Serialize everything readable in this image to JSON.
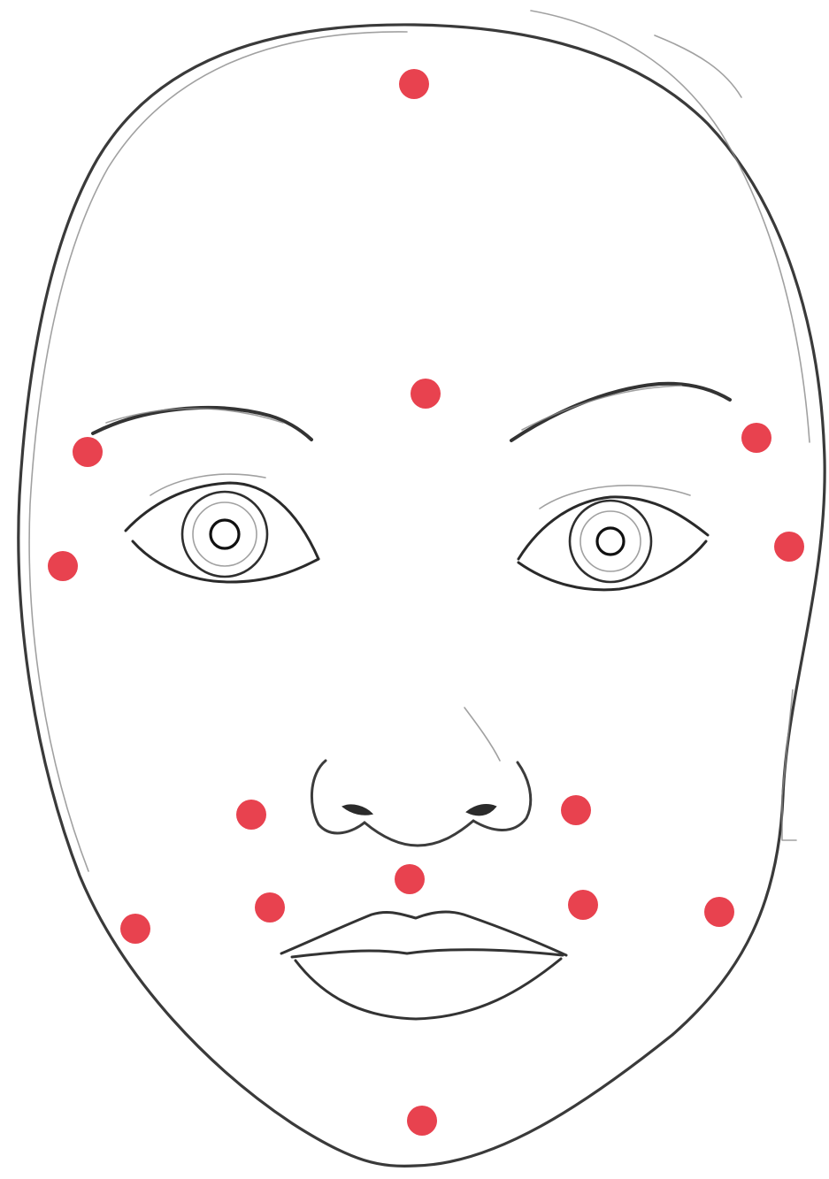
{
  "marker_color": "#e8424f",
  "line_color": "#333333",
  "background": "#ffffff",
  "markers": [
    {
      "name": "marker-forehead-top"
    },
    {
      "name": "marker-forehead-center"
    },
    {
      "name": "marker-brow-left"
    },
    {
      "name": "marker-brow-right"
    },
    {
      "name": "marker-temple-left"
    },
    {
      "name": "marker-temple-right"
    },
    {
      "name": "marker-cheek-left"
    },
    {
      "name": "marker-cheek-right"
    },
    {
      "name": "marker-philtrum"
    },
    {
      "name": "marker-mouth-corner-left"
    },
    {
      "name": "marker-mouth-corner-right"
    },
    {
      "name": "marker-jaw-left"
    },
    {
      "name": "marker-jaw-right"
    },
    {
      "name": "marker-chin"
    }
  ]
}
